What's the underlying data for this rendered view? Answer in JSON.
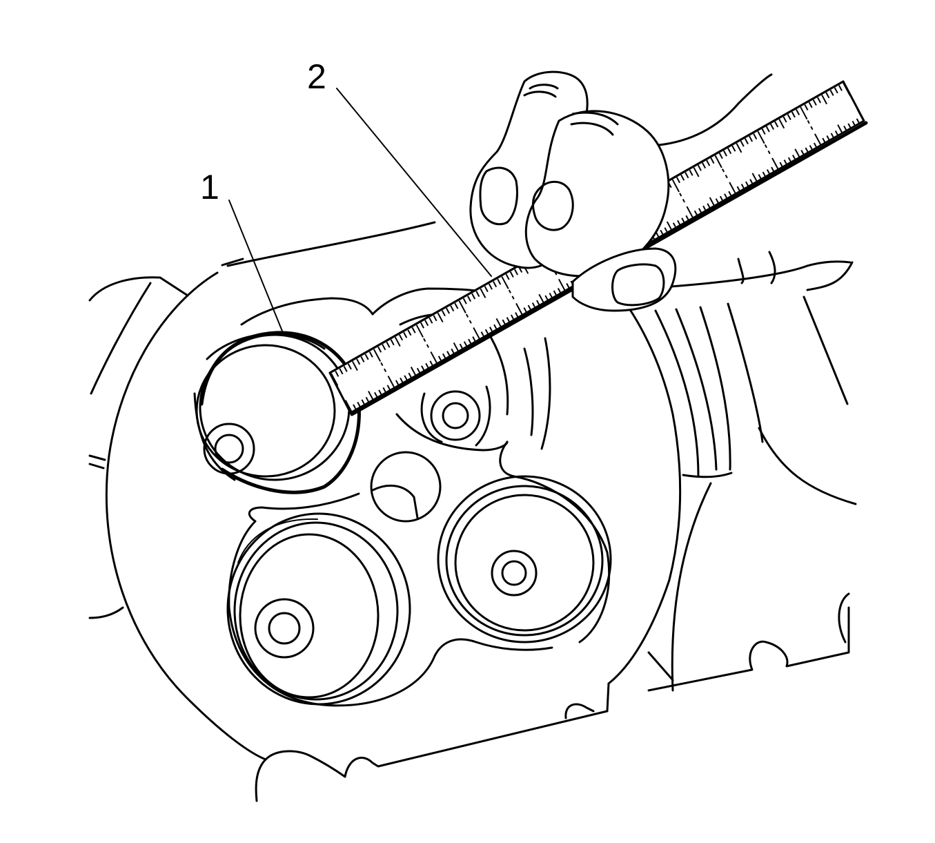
{
  "callouts": [
    {
      "label": "1"
    },
    {
      "label": "2"
    }
  ],
  "ruler": {
    "major_divisions": 12,
    "minor_ticks_per_division": 10
  }
}
